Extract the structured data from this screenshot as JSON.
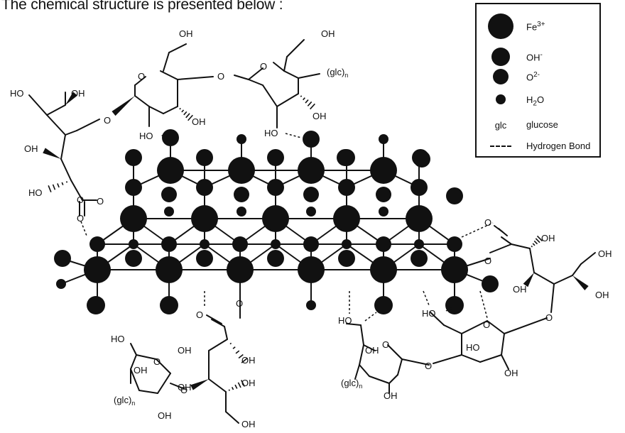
{
  "intro": "The chemical structure is presented below :",
  "legend": {
    "items": [
      {
        "symbol": "dot-xl",
        "label_main": "Fe",
        "label_sup": "3+"
      },
      {
        "symbol": "dot-l",
        "label_main": "OH",
        "label_sup": "-"
      },
      {
        "symbol": "dot-m",
        "label_main": "O",
        "label_sup": "2-"
      },
      {
        "symbol": "dot-s",
        "label_main": "H",
        "label_sub": "2",
        "label_tail": "O"
      },
      {
        "symbol_text": "glc",
        "label_main": "glucose"
      },
      {
        "symbol": "dash",
        "label_main": "Hydrogen Bond"
      }
    ]
  },
  "labels": {
    "oh": "OH",
    "ho": "HO",
    "o": "O",
    "glc_n": "(glc)",
    "n": "n"
  }
}
